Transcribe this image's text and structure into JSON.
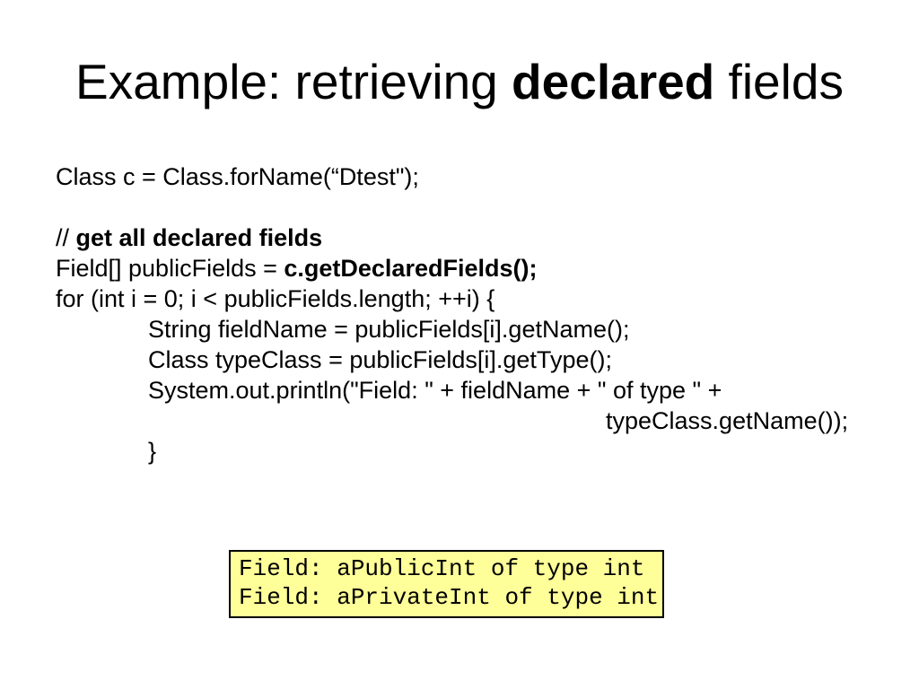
{
  "slide": {
    "title": {
      "segments": [
        {
          "text": "Example: retrieving ",
          "bold": false
        },
        {
          "text": "declared",
          "bold": true
        },
        {
          "text": " fields",
          "bold": false
        }
      ]
    },
    "code": {
      "lines": [
        {
          "indent": 0,
          "segments": [
            {
              "text": "Class c = Class.forName(“Dtest\");",
              "bold": false
            }
          ]
        },
        {
          "indent": 0,
          "segments": []
        },
        {
          "indent": 0,
          "segments": [
            {
              "text": "// ",
              "bold": false
            },
            {
              "text": "get all declared fields",
              "bold": true
            }
          ]
        },
        {
          "indent": 0,
          "segments": [
            {
              "text": "Field[] publicFields = ",
              "bold": false
            },
            {
              "text": "c.getDeclaredFields();",
              "bold": true
            }
          ]
        },
        {
          "indent": 0,
          "segments": [
            {
              "text": "for (int i = 0; i < publicFields.length; ++i) {",
              "bold": false
            }
          ]
        },
        {
          "indent": 1,
          "segments": [
            {
              "text": "String fieldName = publicFields[i].getName();",
              "bold": false
            }
          ]
        },
        {
          "indent": 1,
          "segments": [
            {
              "text": "Class typeClass = publicFields[i].getType();",
              "bold": false
            }
          ]
        },
        {
          "indent": 1,
          "segments": [
            {
              "text": "System.out.println(\"Field: \" + fieldName + \" of type \" +",
              "bold": false
            }
          ]
        },
        {
          "indent": 2,
          "segments": [
            {
              "text": "typeClass.getName());",
              "bold": false
            }
          ]
        },
        {
          "indent": 1,
          "segments": [
            {
              "text": "}",
              "bold": false
            }
          ]
        }
      ]
    },
    "output_box": {
      "lines": [
        "Field: aPublicInt of type int",
        "Field: aPrivateInt of type int"
      ],
      "fill_color": "#ffff99",
      "border_color": "#000000",
      "text_color": "#000000"
    },
    "colors": {
      "background": "#ffffff",
      "text": "#000000"
    }
  }
}
